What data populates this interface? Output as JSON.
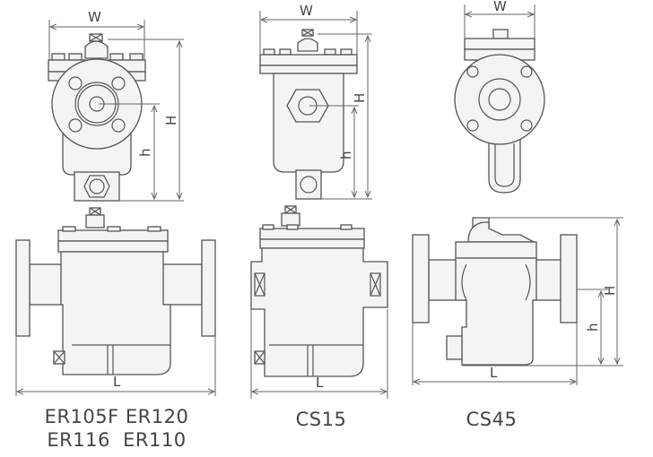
{
  "dimension_labels": {
    "width": "W",
    "height": "H",
    "center_height": "h",
    "length": "L"
  },
  "models": [
    {
      "caption_lines": [
        "ER105F ER120",
        "ER116  ER110"
      ]
    },
    {
      "caption_lines": [
        "CS15"
      ]
    },
    {
      "caption_lines": [
        "CS45"
      ]
    }
  ],
  "colors": {
    "line": "#555555",
    "fill": "#f4f4f4",
    "text": "#444444"
  }
}
